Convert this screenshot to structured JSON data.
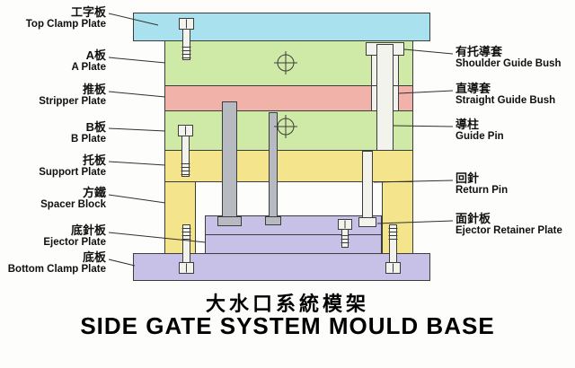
{
  "figure": {
    "title_zh": "大水口系統模架",
    "title_en": "SIDE GATE SYSTEM MOULD BASE"
  },
  "labels": {
    "left": [
      {
        "zh": "工字板",
        "en": "Top Clamp Plate"
      },
      {
        "zh": "A板",
        "en": "A Plate"
      },
      {
        "zh": "推板",
        "en": "Stripper Plate"
      },
      {
        "zh": "B板",
        "en": "B Plate"
      },
      {
        "zh": "托板",
        "en": "Support Plate"
      },
      {
        "zh": "方鐵",
        "en": "Spacer Block"
      },
      {
        "zh": "底針板",
        "en": "Ejector Plate"
      },
      {
        "zh": "底板",
        "en": "Bottom Clamp Plate"
      }
    ],
    "right": [
      {
        "zh": "有托導套",
        "en": "Shoulder Guide Bush"
      },
      {
        "zh": "直導套",
        "en": "Straight Guide Bush"
      },
      {
        "zh": "導柱",
        "en": "Guide Pin"
      },
      {
        "zh": "回針",
        "en": "Return Pin"
      },
      {
        "zh": "面針板",
        "en": "Ejector Retainer Plate"
      }
    ]
  },
  "colors": {
    "top_clamp_plate": "#a9e2ee",
    "a_plate": "#cfe9a6",
    "stripper_plate": "#f1b3a9",
    "b_plate": "#cfe9a6",
    "support_plate": "#f4e48b",
    "spacer_block": "#f4e48b",
    "ejector_retainer_plate": "#c8c1e7",
    "ejector_plate": "#c8c1e7",
    "bottom_clamp_plate": "#c8c1e7",
    "pin_gray": "#b7bac0",
    "hardware_white": "#f3f3ee"
  }
}
